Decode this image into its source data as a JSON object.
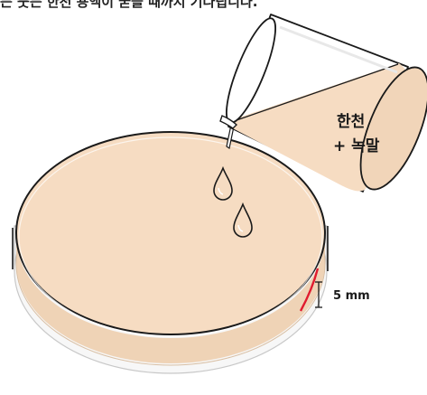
{
  "caption_top": "는 붓는 한천 용액이 굳을 때까지 기다립니다.",
  "beaker_label_line1": "한천",
  "beaker_label_line2": "+ 녹말",
  "depth_label": "5 mm",
  "colors": {
    "agar": "#f6dcc2",
    "agar_shadow": "#e9cdb0",
    "outline": "#1a1a1a",
    "marker": "#e01b2f",
    "rim": "#ececec"
  }
}
